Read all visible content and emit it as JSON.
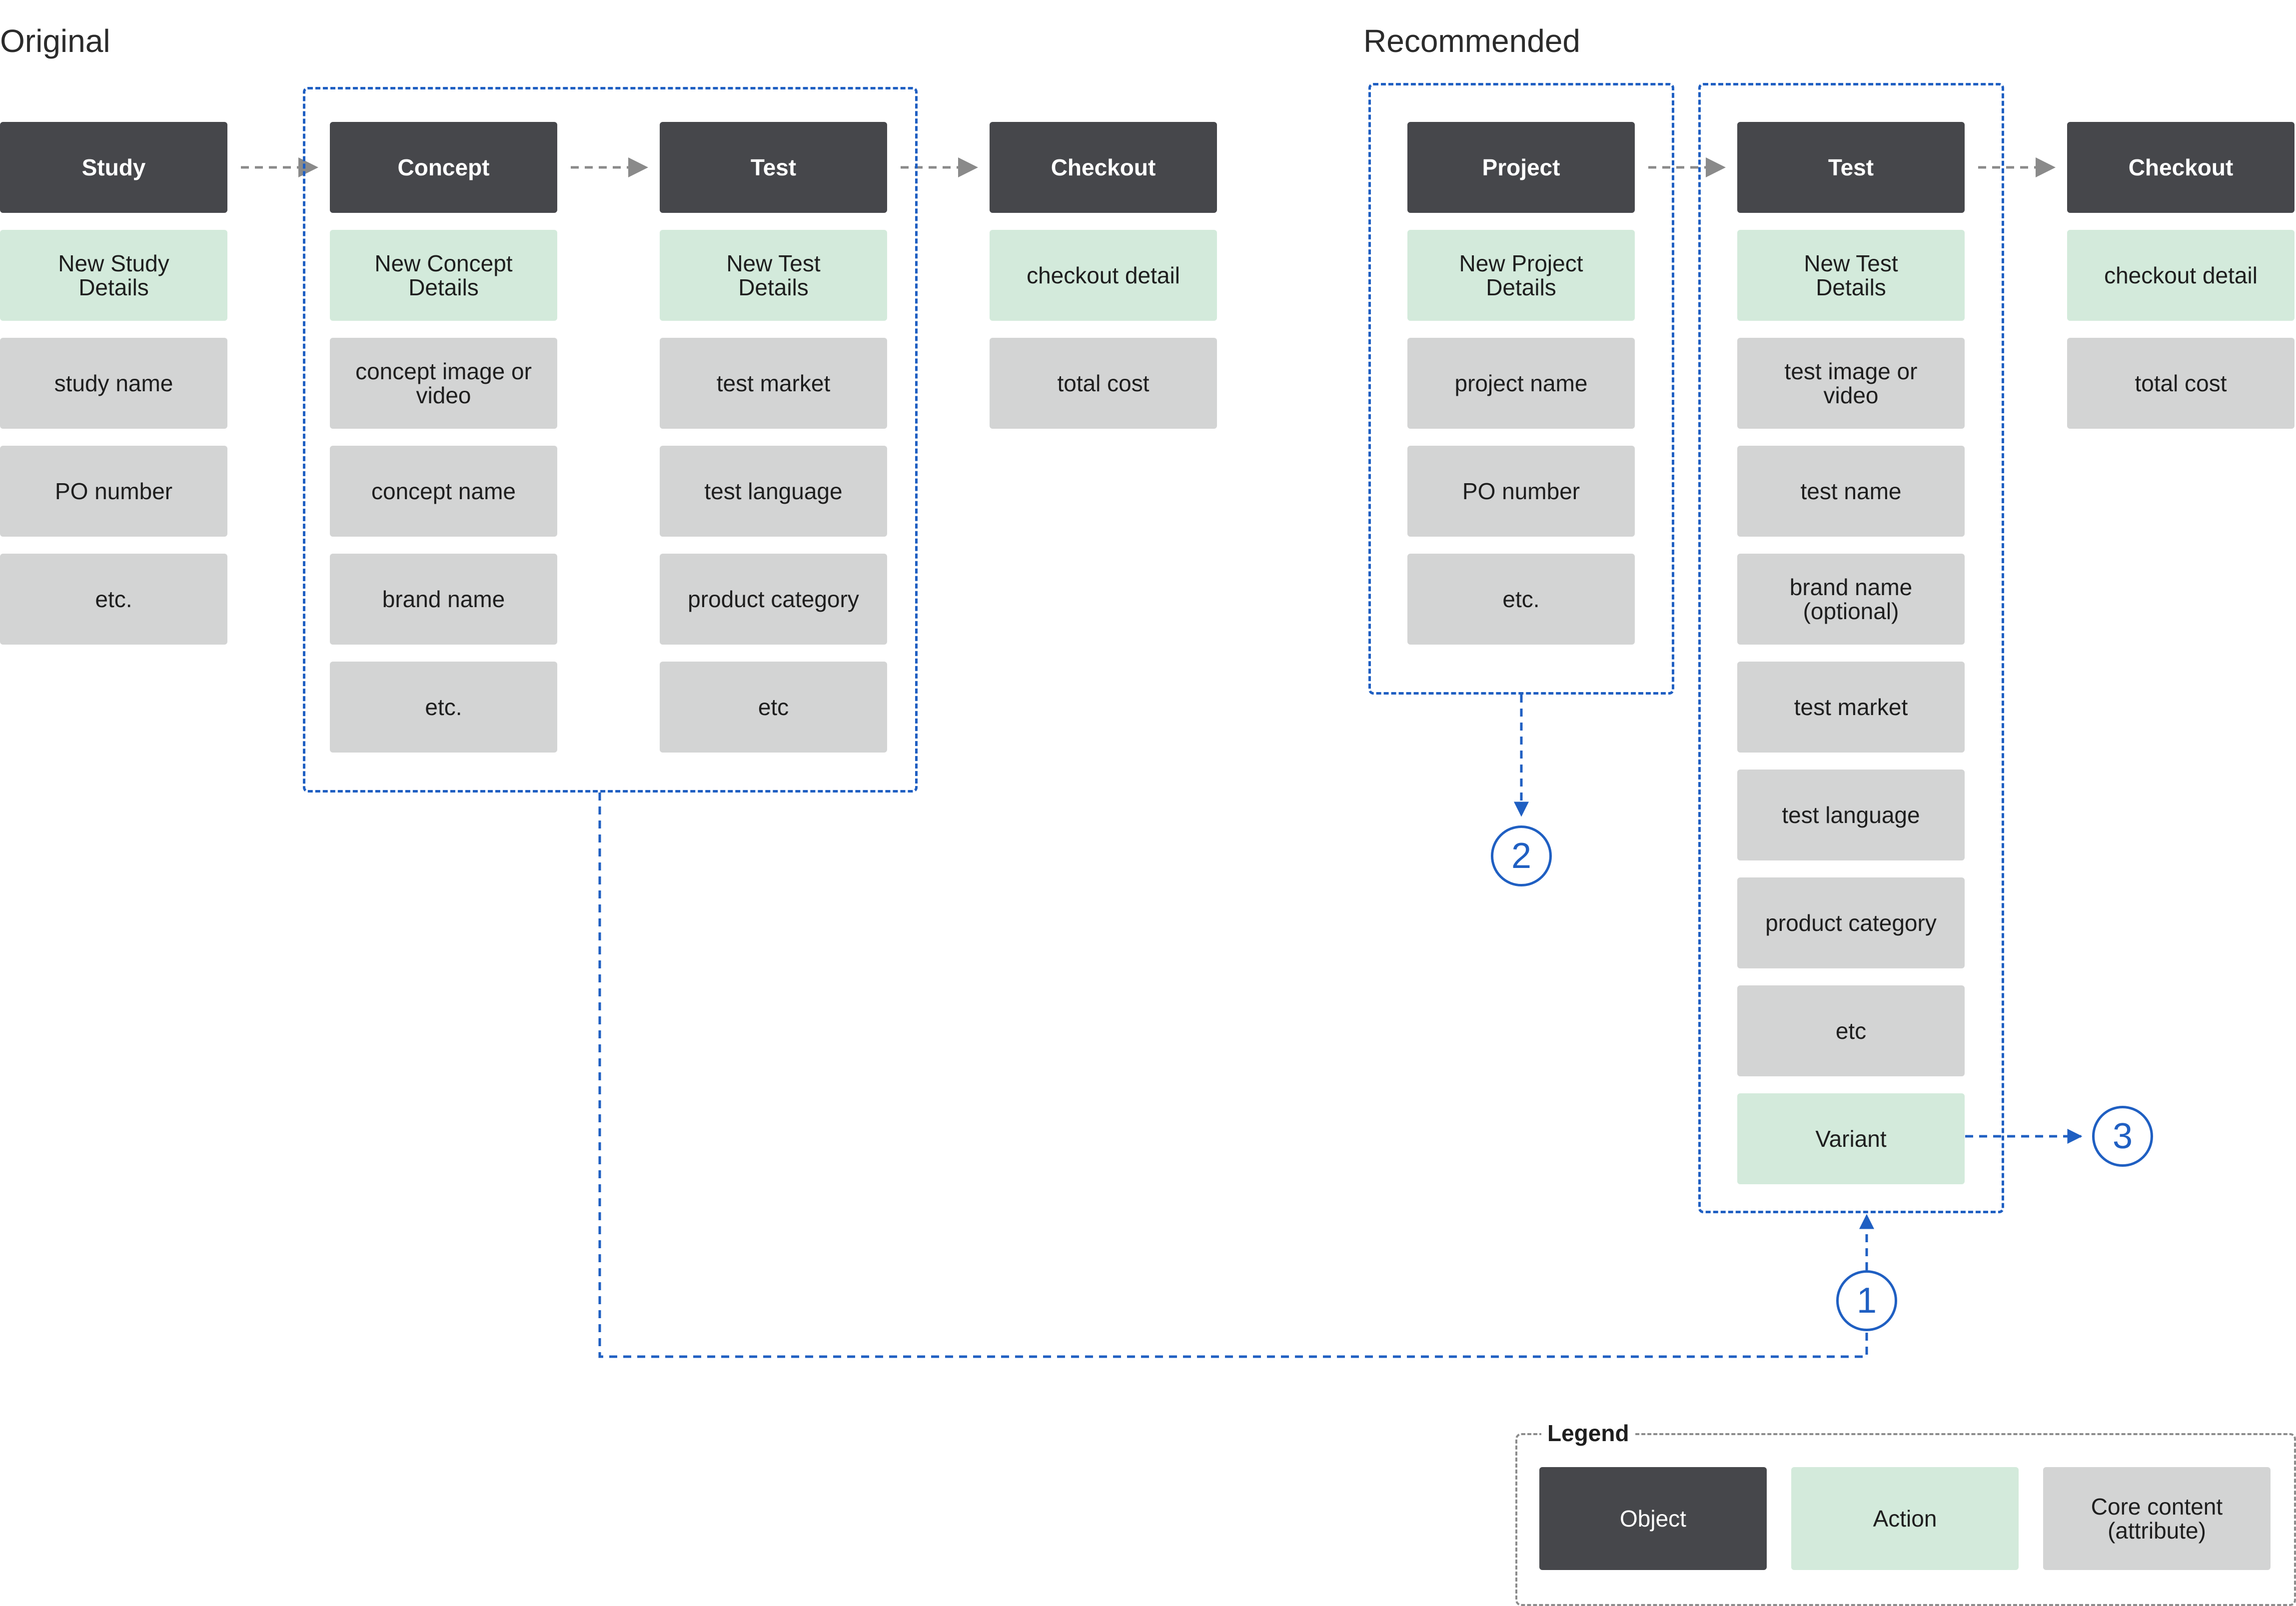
{
  "original": {
    "title": "Original",
    "columns": [
      {
        "object": "Study",
        "action": "New Study\nDetails",
        "attributes": [
          "study name",
          "PO number",
          "etc."
        ]
      },
      {
        "object": "Concept",
        "action": "New Concept\nDetails",
        "attributes": [
          "concept image or\nvideo",
          "concept name",
          "brand name",
          "etc."
        ]
      },
      {
        "object": "Test",
        "action": "New Test\nDetails",
        "attributes": [
          "test market",
          "test language",
          "product category",
          "etc"
        ]
      },
      {
        "object": "Checkout",
        "action": "checkout detail",
        "attributes": [
          "total cost"
        ]
      }
    ]
  },
  "recommended": {
    "title": "Recommended",
    "columns": [
      {
        "object": "Project",
        "action": "New Project\nDetails",
        "attributes": [
          "project name",
          "PO number",
          "etc."
        ]
      },
      {
        "object": "Test",
        "action": "New Test\nDetails",
        "attributes": [
          "test image or\nvideo",
          "test name",
          "brand name\n(optional)",
          "test market",
          "test language",
          "product category",
          "etc"
        ],
        "extra_action": "Variant"
      },
      {
        "object": "Checkout",
        "action": "checkout detail",
        "attributes": [
          "total cost"
        ]
      }
    ]
  },
  "markers": [
    "1",
    "2",
    "3"
  ],
  "legend": {
    "title": "Legend",
    "items": [
      {
        "kind": "object",
        "label": "Object"
      },
      {
        "kind": "action",
        "label": "Action"
      },
      {
        "kind": "attribute",
        "label": "Core content\n(attribute)"
      }
    ]
  },
  "colors": {
    "object": "#46474b",
    "action": "#d3eadb",
    "attribute": "#d3d4d4",
    "group_outline": "#1f5fc2",
    "flow_arrow": "#8a8a8a",
    "legend_outline": "#8c8c8c"
  }
}
